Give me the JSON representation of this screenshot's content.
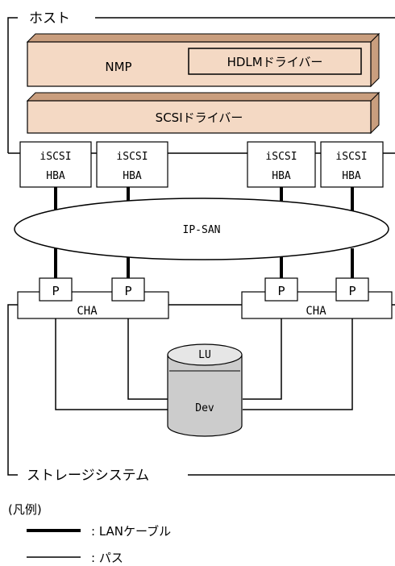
{
  "host_label": "ホスト",
  "storage_label": "ストレージシステム",
  "nmp_label": "NMP",
  "hdlm_driver_label": "HDLMドライバー",
  "scsi_driver_label": "SCSIドライバー",
  "hba_line1": "iSCSI",
  "hba_line2": "HBA",
  "ip_san_label": "IP-SAN",
  "port_label": "P",
  "cha_label": "CHA",
  "lu_label": "LU",
  "dev_label": "Dev",
  "legend": {
    "title": "(凡例)",
    "lan_cable": ": LANケーブル",
    "path": ": パス"
  },
  "colors": {
    "driver_face": "#F4D9C4",
    "driver_side": "#C99E7E",
    "cylinder_body": "#CCCCCC",
    "cylinder_top": "#E6E6E6"
  }
}
